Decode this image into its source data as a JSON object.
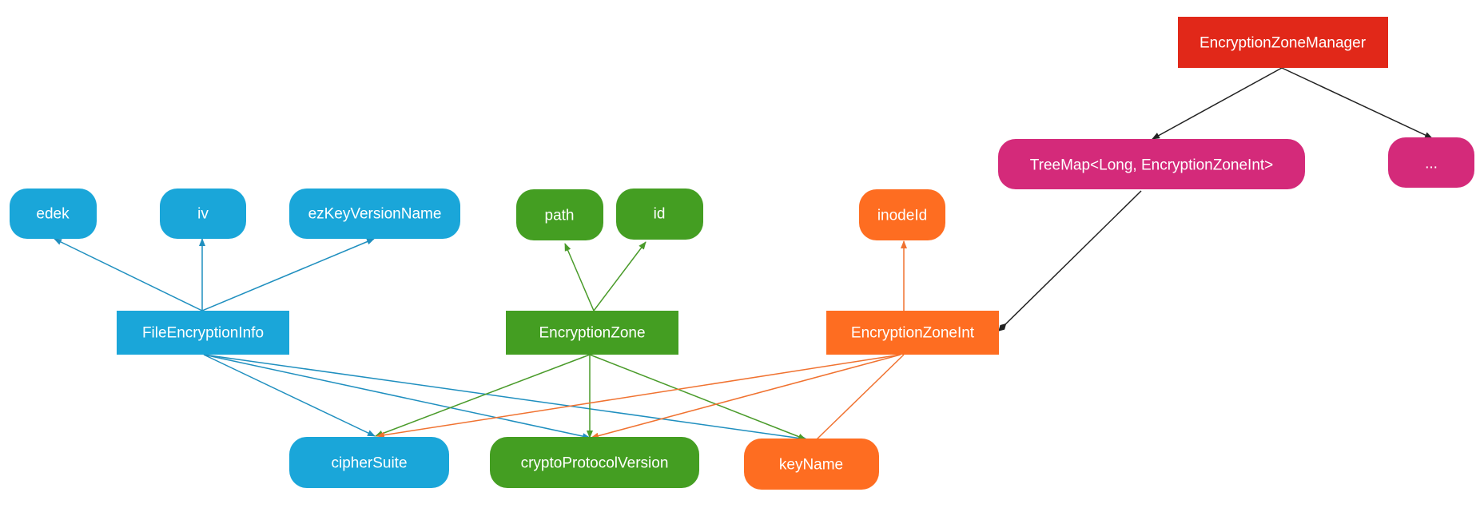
{
  "colors": {
    "blue": "#1aa6d9",
    "blue_edge": "#1f8fbf",
    "green": "#449e22",
    "green_edge": "#4a9b2a",
    "orange": "#fe6d21",
    "orange_edge": "#f07230",
    "red": "#e12819",
    "magenta": "#d42a7a",
    "black_edge": "#222222"
  },
  "nodes": {
    "encryption_zone_manager": "EncryptionZoneManager",
    "treemap": "TreeMap<Long, EncryptionZoneInt>",
    "ellipsis": "...",
    "edek": "edek",
    "iv": "iv",
    "ez_key_version_name": "ezKeyVersionName",
    "path": "path",
    "id": "id",
    "inode_id": "inodeId",
    "file_encryption_info": "FileEncryptionInfo",
    "encryption_zone": "EncryptionZone",
    "encryption_zone_int": "EncryptionZoneInt",
    "cipher_suite": "cipherSuite",
    "crypto_protocol_version": "cryptoProtocolVersion",
    "key_name": "keyName"
  }
}
